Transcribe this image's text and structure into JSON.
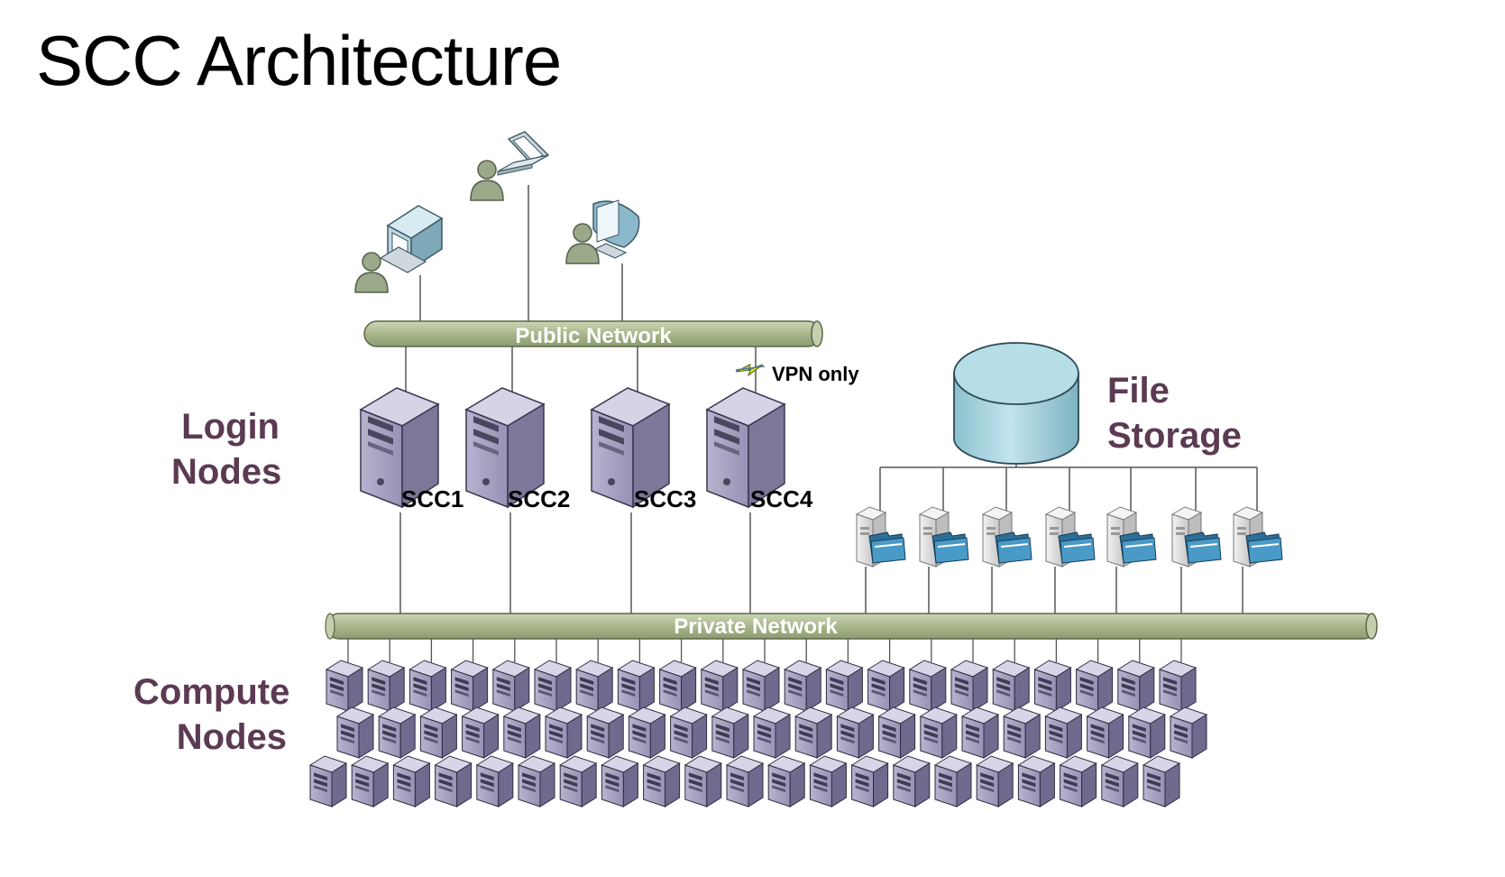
{
  "title": "SCC Architecture",
  "sections": {
    "login": "Login\nNodes",
    "file_storage": "File\nStorage",
    "compute": "Compute\nNodes"
  },
  "networks": {
    "public": "Public Network",
    "private": "Private Network"
  },
  "login_nodes": [
    "SCC1",
    "SCC2",
    "SCC3",
    "SCC4"
  ],
  "vpn_note": "VPN only",
  "colors": {
    "network_pipe": "#b5c29c",
    "server_body": "#9a93b8",
    "storage_cylinder": "#a8d3de",
    "user_figure": "#9aa98a",
    "section_label": "#5b3a52"
  },
  "icons": {
    "clients": [
      "desktop-user-icon",
      "laptop-user-icon",
      "imac-user-icon"
    ],
    "storage": "database-cylinder-icon",
    "file_server": "file-server-icon",
    "compute": "compute-server-icon",
    "login": "tower-server-icon"
  },
  "counts": {
    "file_servers": 7,
    "compute_rows": [
      21,
      21,
      21
    ]
  }
}
